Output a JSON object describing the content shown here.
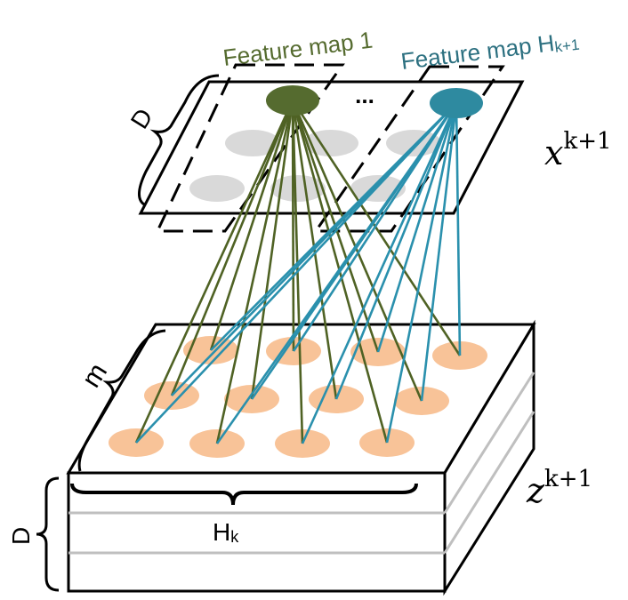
{
  "labels": {
    "feature_map_1": "Feature map 1",
    "feature_map_h_prefix": "Feature map H",
    "feature_map_h_sub": "k+1",
    "x_label_base": "x",
    "x_label_sup": "k+1",
    "z_label_base": "z",
    "z_label_sup": "k+1",
    "d_top": "D",
    "d_left": "D",
    "m_label": "m",
    "hk_base": "H",
    "hk_sub": "k",
    "ellipsis": "..."
  },
  "colors": {
    "feature_map_1": "#556b2f",
    "feature_map_h": "#2e8aa0",
    "feature_map_h_label": "#2c7080",
    "line_green": "#4f6224",
    "line_blue": "#2a90ad",
    "gray_dot": "#d9d9d9",
    "orange_dot": "#f8c398",
    "outline": "#000000",
    "layer_line": "#bfbfbf"
  }
}
